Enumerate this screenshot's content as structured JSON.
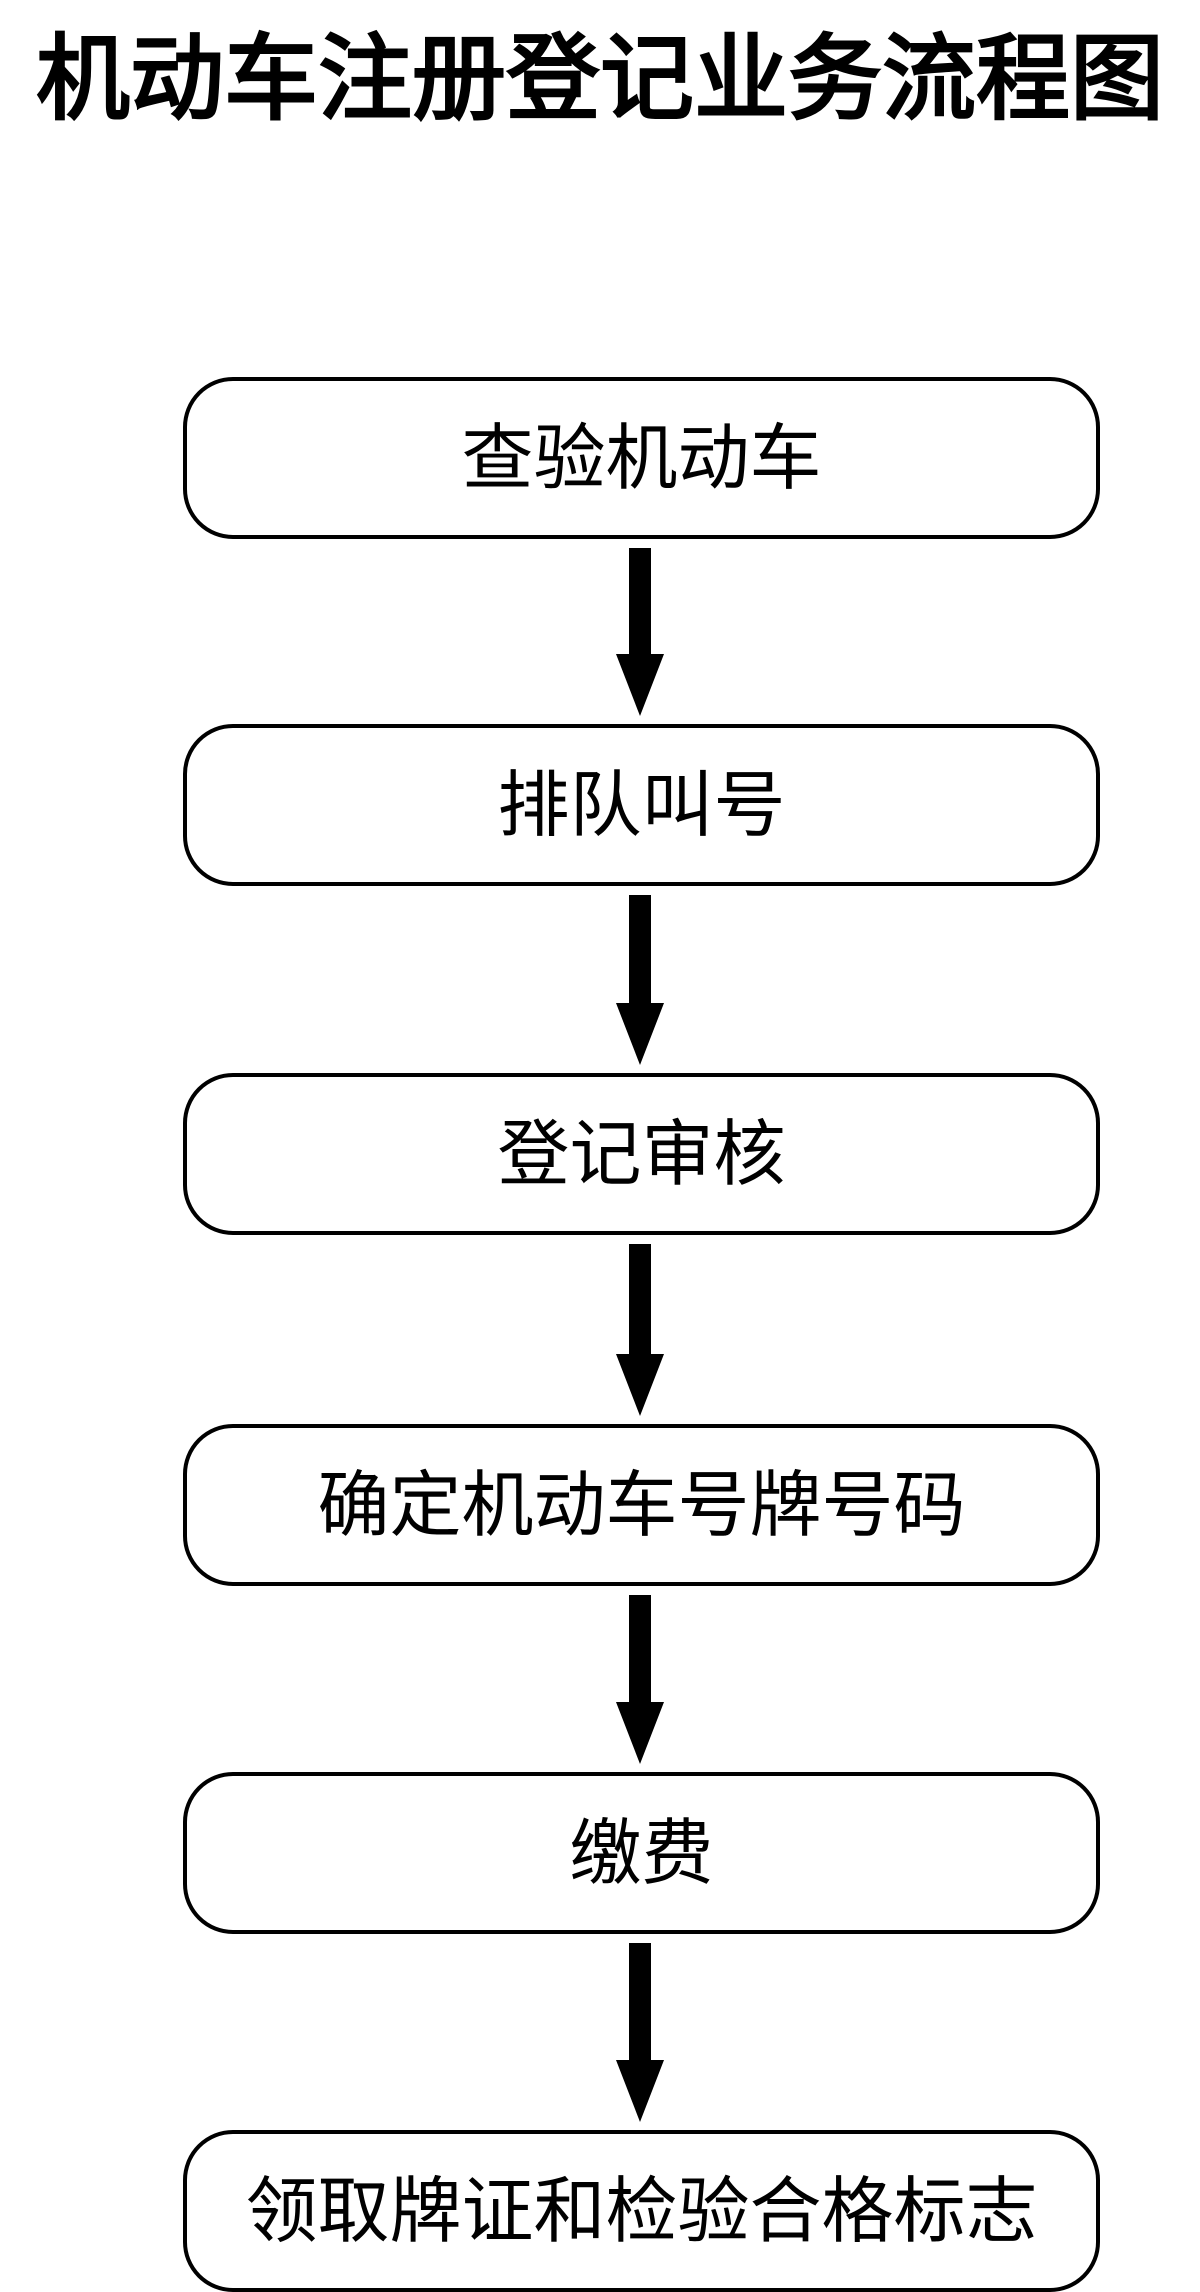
{
  "title": "机动车注册登记业务流程图",
  "flowchart": {
    "steps": [
      "查验机动车",
      "排队叫号",
      "登记审核",
      "确定机动车号牌号码",
      "缴费",
      "领取牌证和检验合格标志"
    ]
  },
  "colors": {
    "background": "#ffffff",
    "box_border": "#000000",
    "box_fill": "#ffffff",
    "arrow": "#000000",
    "text": "#000000"
  }
}
